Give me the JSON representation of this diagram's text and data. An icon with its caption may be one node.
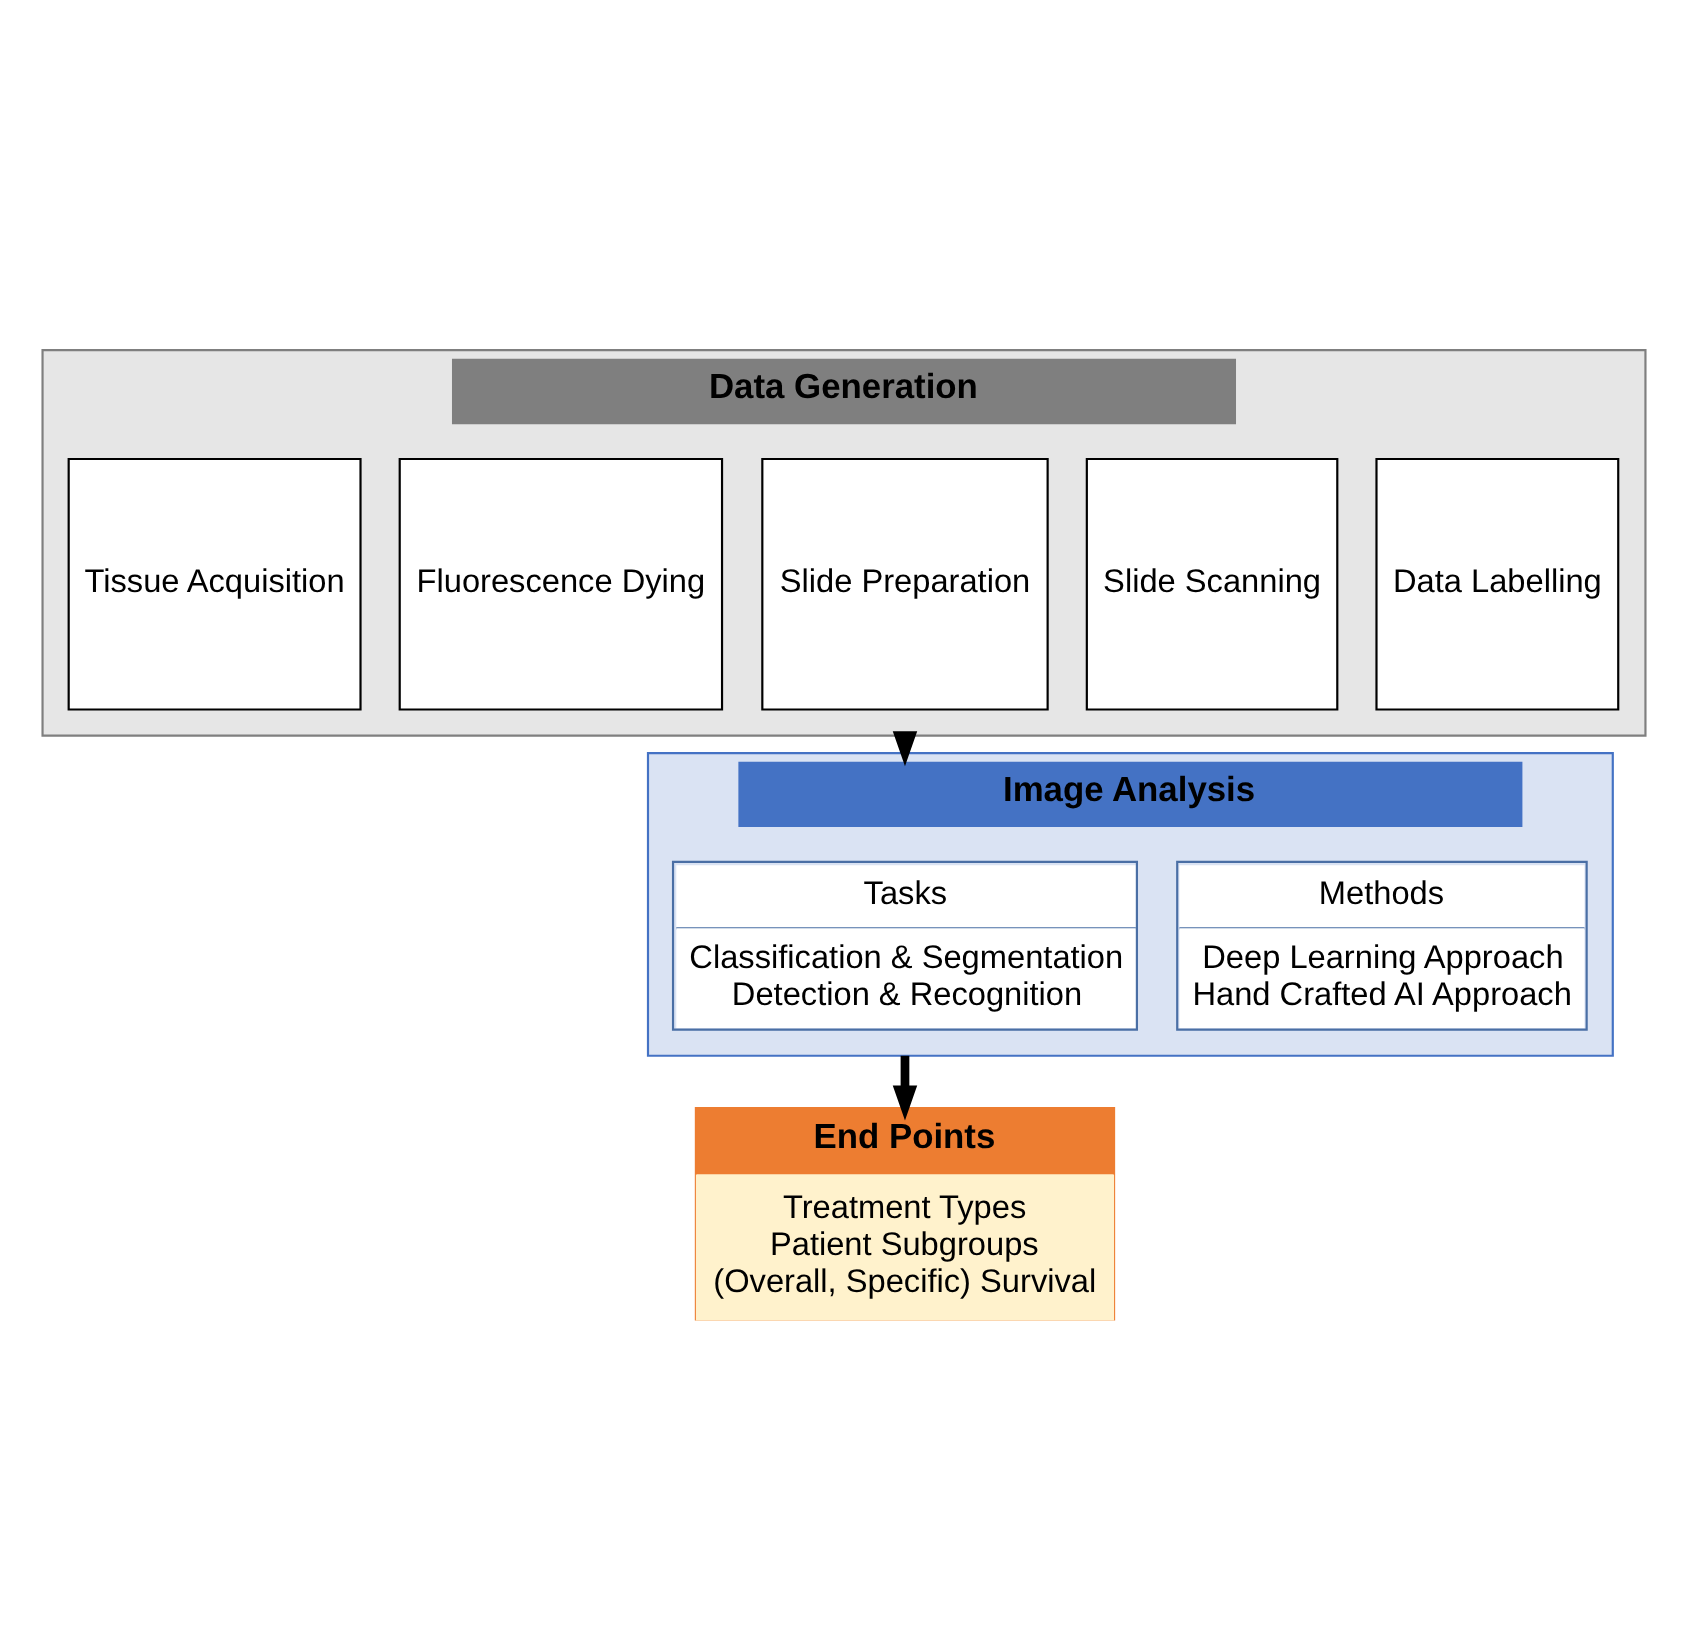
{
  "diagram": {
    "nodes": [
      {
        "text": [
          "Data Generation"
        ]
      },
      {
        "text": [
          "Tissue Acquisition"
        ],
        "in": 0
      },
      {
        "text": [
          "Fluorescence Dying"
        ],
        "in": 0
      },
      {
        "text": [
          "Slide Preparation"
        ],
        "in": 0
      },
      {
        "text": [
          "Slide Scanning"
        ],
        "in": 0
      },
      {
        "text": [
          "Data Labelling"
        ],
        "in": 0
      },
      {
        "text": [
          "Image Analysis"
        ]
      },
      {
        "text": [
          "Tasks",
          "Classification & Segmentation",
          "Detection & Recognition"
        ],
        "in": 6
      },
      {
        "text": [
          "Methods",
          "Deep Learning Approach",
          "Hand Crafted AI Approach"
        ],
        "in": 6
      },
      {
        "text": [
          "End Points",
          "Treatment Types",
          "Patient Subgroups",
          "(Overall, Specific) Survival"
        ]
      }
    ],
    "edges": [
      {
        "from": 0,
        "to": 6,
        "arrow": "to"
      },
      {
        "from": 6,
        "to": 9,
        "arrow": "to"
      }
    ]
  }
}
